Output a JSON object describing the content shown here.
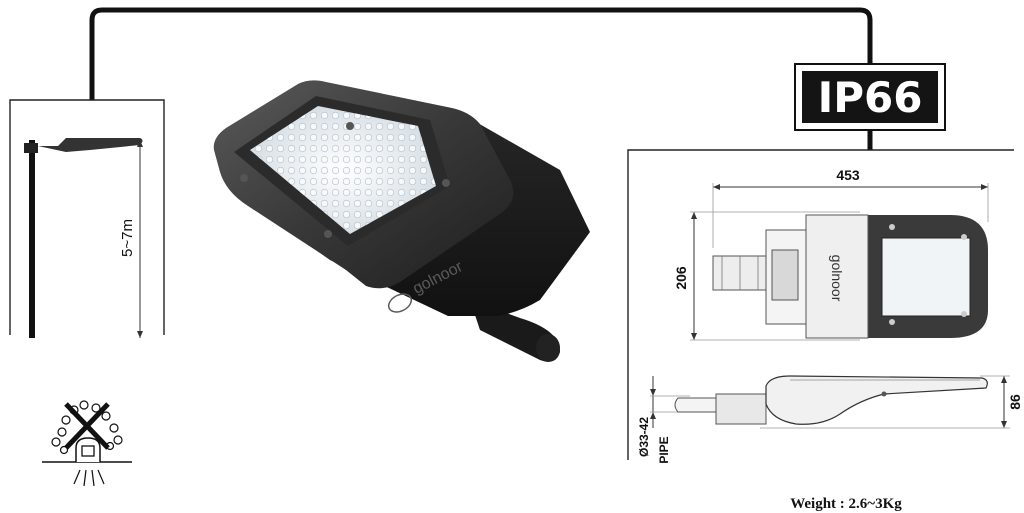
{
  "product": {
    "brand": "golnoor",
    "ip_rating": "IP66",
    "mounting_height": "5~7m",
    "weight": "Weight : 2.6~3Kg"
  },
  "dimensions": {
    "width": "453",
    "depth": "206",
    "height": "86",
    "pipe_diameter": "Ø33-42",
    "pipe_label": "PIPE"
  },
  "colors": {
    "frame": "#111111",
    "housing": "#3a3a3a",
    "led_panel": "#e8eef2",
    "ip_badge": "#141414",
    "ip_text": "#ffffff"
  },
  "icons": {
    "no_insects": "no-insects-icon"
  }
}
